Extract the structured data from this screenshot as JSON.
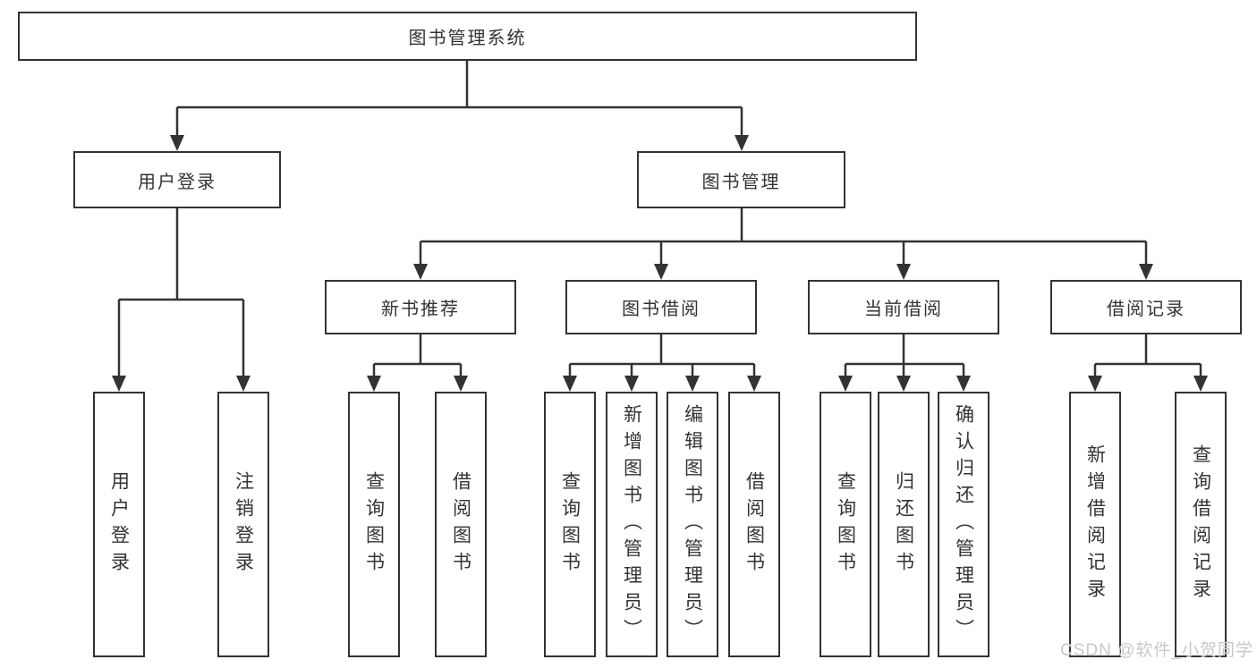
{
  "diagram_title": "图书管理系统",
  "nodes": {
    "root": "图书管理系统",
    "user_login": "用户登录",
    "book_mgmt": "图书管理",
    "new_book_rec": "新书推荐",
    "book_borrow": "图书借阅",
    "current_borrow": "当前借阅",
    "borrow_records": "借阅记录",
    "leaf_user_login": "用户登录",
    "leaf_logout": "注销登录",
    "rec_query_books": "查询图书",
    "rec_borrow_books": "借阅图书",
    "bb_query_books": "查询图书",
    "bb_add_books_admin": "新增图书（管理员）",
    "bb_edit_books_admin": "编辑图书（管理员）",
    "bb_borrow_books": "借阅图书",
    "cb_query_books": "查询图书",
    "cb_return_books": "归还图书",
    "cb_confirm_return_admin": "确认归还（管理员）",
    "br_add_record": "新增借阅记录",
    "br_query_record": "查询借阅记录"
  },
  "hierarchy": {
    "图书管理系统": [
      "用户登录",
      "图书管理"
    ],
    "用户登录": [
      "用户登录",
      "注销登录"
    ],
    "图书管理": [
      "新书推荐",
      "图书借阅",
      "当前借阅",
      "借阅记录"
    ],
    "新书推荐": [
      "查询图书",
      "借阅图书"
    ],
    "图书借阅": [
      "查询图书",
      "新增图书（管理员）",
      "编辑图书（管理员）",
      "借阅图书"
    ],
    "当前借阅": [
      "查询图书",
      "归还图书",
      "确认归还（管理员）"
    ],
    "借阅记录": [
      "新增借阅记录",
      "查询借阅记录"
    ]
  },
  "watermark": {
    "text": "CSDN @软件_小贺同学",
    "color": "#c8c8c8"
  },
  "colors": {
    "line": "#333333",
    "box_border": "#333333",
    "text": "#333333",
    "background": "#ffffff"
  }
}
